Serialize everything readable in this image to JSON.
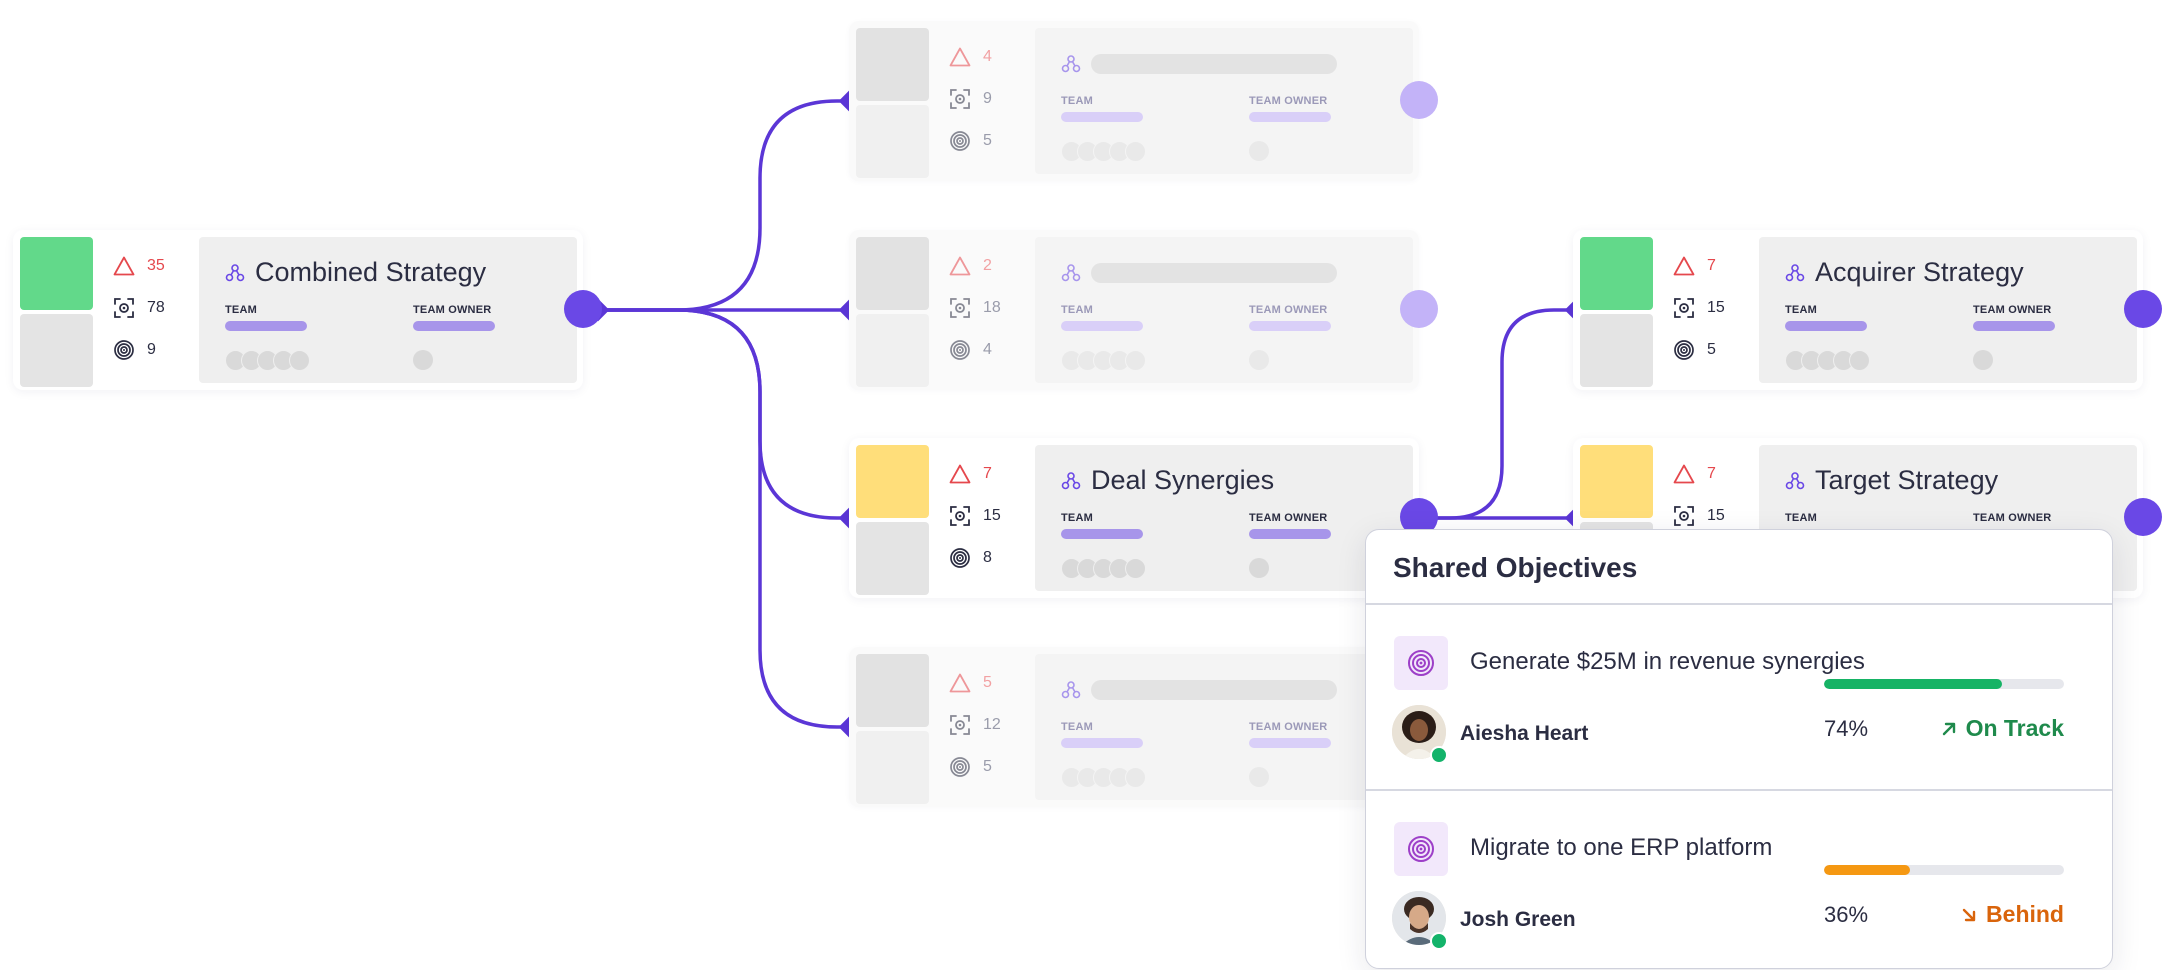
{
  "colors": {
    "accent": "#6a48e6",
    "connector": "#5b36d6",
    "status_green": "#62d98a",
    "status_yellow": "#ffde7a",
    "on_track": "#1f8a4c",
    "on_track_bar": "#16b365",
    "behind": "#d9640b",
    "behind_bar": "#f59812"
  },
  "labels": {
    "team": "TEAM",
    "team_owner": "TEAM OWNER"
  },
  "nodes": [
    {
      "title": "Combined Strategy",
      "status": "green",
      "ghost": false,
      "alerts": "35",
      "focus": "78",
      "objectives": "9"
    },
    {
      "title": "",
      "status": "gray",
      "ghost": true,
      "alerts": "4",
      "focus": "9",
      "objectives": "5"
    },
    {
      "title": "",
      "status": "gray",
      "ghost": true,
      "alerts": "2",
      "focus": "18",
      "objectives": "4"
    },
    {
      "title": "Deal Synergies",
      "status": "yellow",
      "ghost": false,
      "alerts": "7",
      "focus": "15",
      "objectives": "8"
    },
    {
      "title": "",
      "status": "gray",
      "ghost": true,
      "alerts": "5",
      "focus": "12",
      "objectives": "5"
    },
    {
      "title": "Acquirer Strategy",
      "status": "green",
      "ghost": false,
      "alerts": "7",
      "focus": "15",
      "objectives": "5"
    },
    {
      "title": "Target Strategy",
      "status": "yellow",
      "ghost": false,
      "alerts": "7",
      "focus": "15",
      "objectives": ""
    }
  ],
  "shared_objectives": {
    "title": "Shared Objectives",
    "items": [
      {
        "title": "Generate $25M in revenue synergies",
        "owner": "Aiesha Heart",
        "percent": "74%",
        "progress": 0.74,
        "status": "On Track",
        "status_kind": "on_track"
      },
      {
        "title": "Migrate to one ERP platform",
        "owner": "Josh Green",
        "percent": "36%",
        "progress": 0.36,
        "status": "Behind",
        "status_kind": "behind"
      }
    ]
  }
}
